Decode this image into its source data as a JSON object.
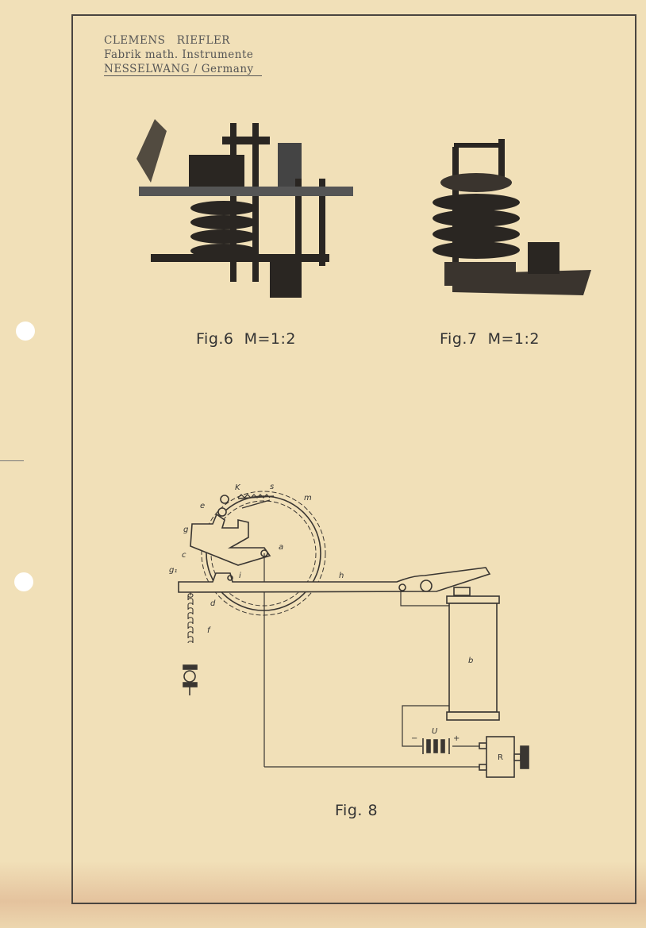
{
  "header": {
    "company": "CLEMENS   RIEFLER",
    "subtitle": "Fabrik math. Instrumente",
    "location": "NESSELWANG / Germany"
  },
  "figures": [
    {
      "caption": "Fig.6  M=1:2"
    },
    {
      "caption": "Fig.7  M=1:2"
    },
    {
      "caption": "Fig. 8"
    }
  ],
  "fig8_labels": {
    "K": "K",
    "s": "s",
    "m": "m",
    "e": "e",
    "g": "g",
    "c": "c",
    "a": "a",
    "g1": "g₁",
    "i": "i",
    "h": "h",
    "d": "d",
    "f": "f",
    "b": "b",
    "U": "U",
    "minus": "−",
    "plus": "+",
    "R": "R"
  }
}
